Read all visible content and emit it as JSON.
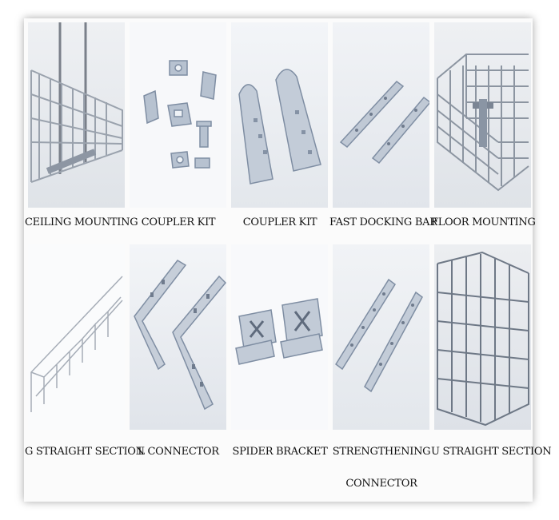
{
  "products": [
    {
      "id": "ceiling-mounting",
      "caption": "CEILING MOUNTING"
    },
    {
      "id": "coupler-kit-a",
      "caption": "COUPLER KIT"
    },
    {
      "id": "coupler-kit-b",
      "caption": "COUPLER KIT"
    },
    {
      "id": "fast-docking-bar",
      "caption": "FAST DOCKING BAR"
    },
    {
      "id": "floor-mounting",
      "caption": "FLOOR MOUNTING"
    },
    {
      "id": "g-straight-section",
      "caption": "G STRAIGHT SECTION"
    },
    {
      "id": "l-connector",
      "caption": "L CONNECTOR"
    },
    {
      "id": "spider-bracket",
      "caption": "SPIDER BRACKET"
    },
    {
      "id": "strengthening-connector",
      "caption": "STRENGTHENING",
      "caption2": "CONNECTOR"
    },
    {
      "id": "u-straight-section",
      "caption": "U STRAIGHT SECTION"
    }
  ]
}
